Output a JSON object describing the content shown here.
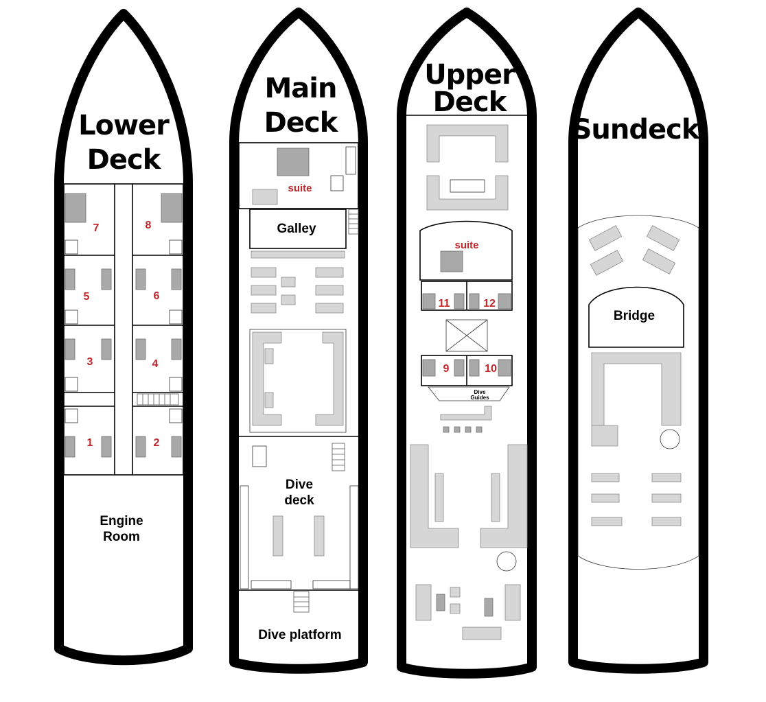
{
  "decks": [
    {
      "title_line1": "Lower",
      "title_line2": "Deck",
      "cabins": [
        "7",
        "8",
        "5",
        "6",
        "3",
        "4",
        "1",
        "2"
      ],
      "engine_room_line1": "Engine",
      "engine_room_line2": "Room"
    },
    {
      "title_line1": "Main",
      "title_line2": "Deck",
      "suite": "suite",
      "galley": "Galley",
      "dive_deck_line1": "Dive",
      "dive_deck_line2": "deck",
      "dive_platform": "Dive platform"
    },
    {
      "title_line1": "Upper",
      "title_line2": "Deck",
      "suite": "suite",
      "cabins": [
        "11",
        "12",
        "9",
        "10"
      ],
      "dive_guides_line1": "Dive",
      "dive_guides_line2": "Guides"
    },
    {
      "title": "Sundeck",
      "bridge": "Bridge"
    }
  ],
  "colors": {
    "outline": "#000000",
    "cabin_number": "#c0272d",
    "furniture": "#d6d6d6"
  }
}
